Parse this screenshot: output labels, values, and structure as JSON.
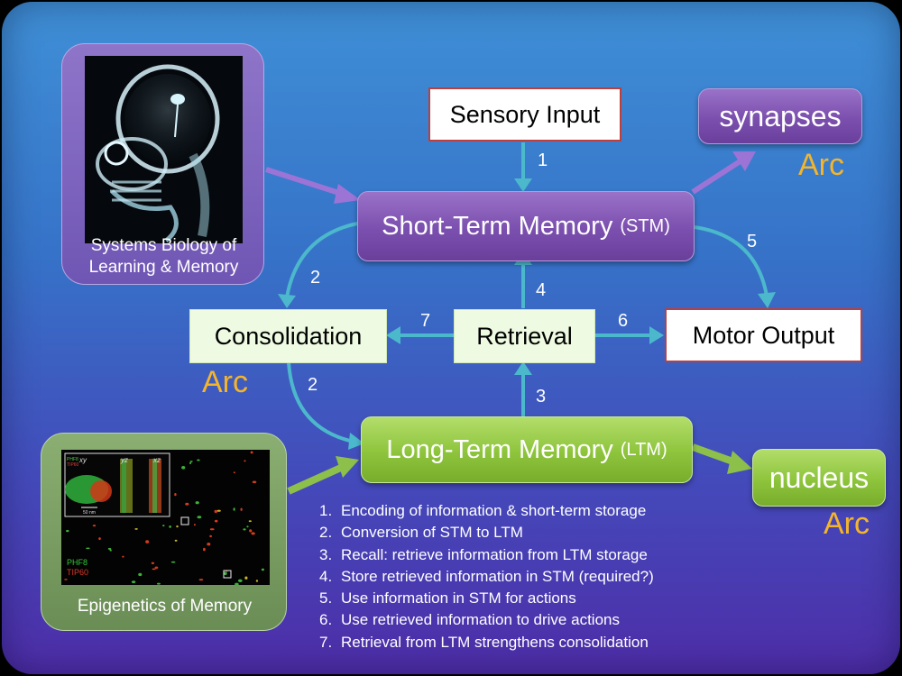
{
  "nodes": {
    "sensory_input": "Sensory Input",
    "synapses": "synapses",
    "stm_main": "Short-Term Memory",
    "stm_abbr": "(STM)",
    "consolidation": "Consolidation",
    "retrieval": "Retrieval",
    "motor_output": "Motor Output",
    "ltm_main": "Long-Term Memory",
    "ltm_abbr": "(LTM)",
    "nucleus": "nucleus"
  },
  "arc_labels": {
    "synapses": "Arc",
    "consolidation": "Arc",
    "nucleus": "Arc"
  },
  "edge_labels": {
    "sensory_to_stm": "1",
    "stm_to_consolidation": "2",
    "consolidation_to_ltm": "2",
    "ltm_to_retrieval": "3",
    "retrieval_to_stm": "4",
    "stm_to_motor": "5",
    "retrieval_to_motor": "6",
    "retrieval_to_consolidation": "7"
  },
  "panels": {
    "systems_biology": {
      "caption_line1": "Systems Biology of",
      "caption_line2": "Learning & Memory"
    },
    "epigenetics": {
      "caption": "Epigenetics of Memory",
      "micrograph": {
        "inset_labels": [
          "xy",
          "yz",
          "xz"
        ],
        "inset_legend": [
          "PHF8",
          "TIP60"
        ],
        "scale_bar": "50 nm",
        "legend": [
          "PHF8",
          "TIP60"
        ]
      }
    }
  },
  "legend": [
    {
      "n": "1.",
      "text": "Encoding of information & short-term storage"
    },
    {
      "n": "2.",
      "text": "Conversion of STM to LTM"
    },
    {
      "n": "3.",
      "text": "Recall: retrieve information from LTM storage"
    },
    {
      "n": "4.",
      "text": "Store retrieved information in STM (required?)"
    },
    {
      "n": "5.",
      "text": "Use information in STM for actions"
    },
    {
      "n": "6.",
      "text": "Use retrieved information to drive actions"
    },
    {
      "n": "7.",
      "text": "Retrieval from LTM strengthens consolidation"
    }
  ],
  "colors": {
    "arrow_cyan": "#4cb8cc",
    "arrow_purple": "#9b74d6",
    "arrow_green": "#8dc04a",
    "arc_orange": "#f4b52a"
  },
  "icons": [
    "xray-skull-image",
    "micrograph-image"
  ]
}
